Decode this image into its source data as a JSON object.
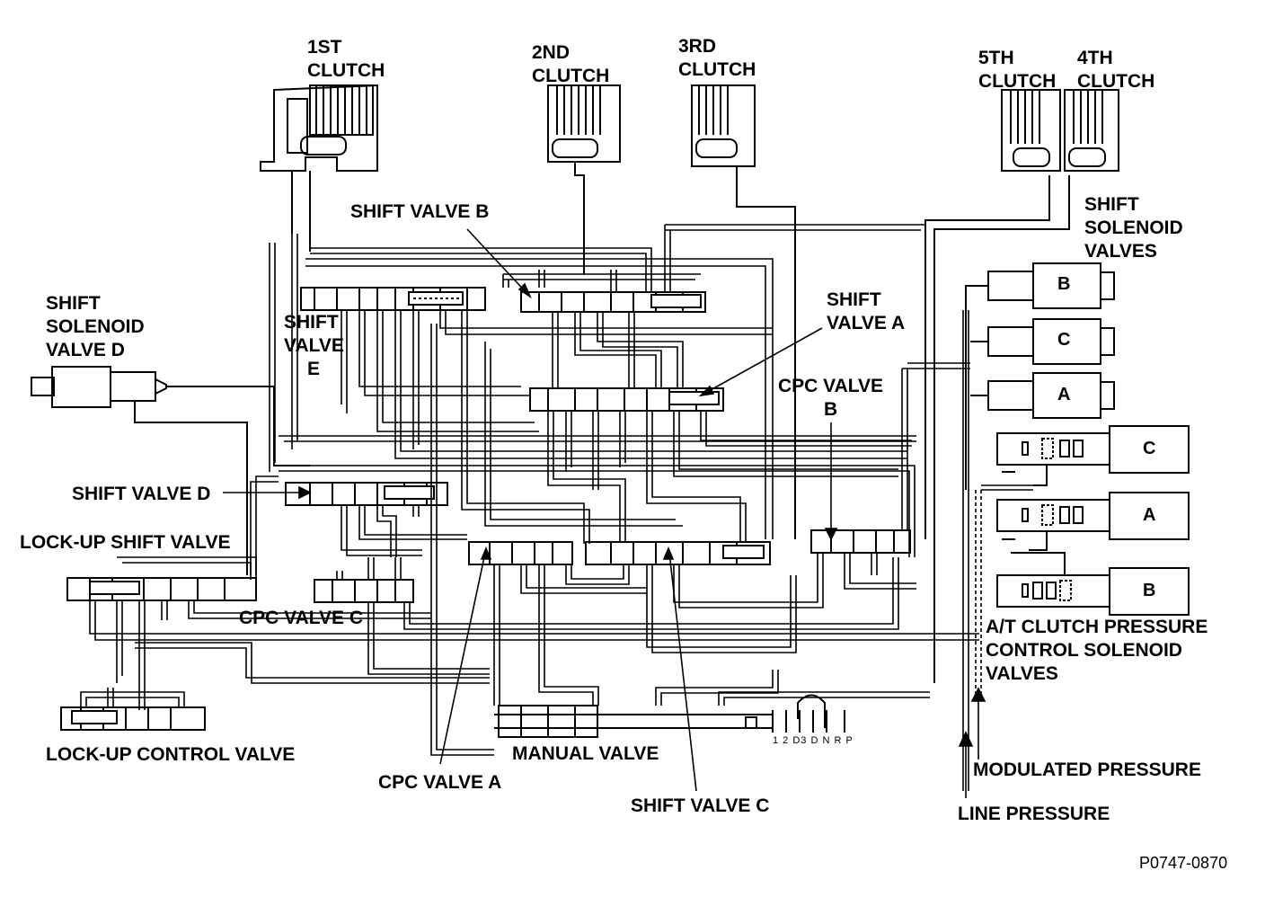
{
  "clutches": {
    "first": [
      "1ST",
      "CLUTCH"
    ],
    "second": [
      "2ND",
      "CLUTCH"
    ],
    "third": [
      "3RD",
      "CLUTCH"
    ],
    "fifth": [
      "5TH",
      "CLUTCH"
    ],
    "fourth": [
      "4TH",
      "CLUTCH"
    ]
  },
  "labels": {
    "shift_valve_b": "SHIFT VALVE B",
    "shift_valve_a": [
      "SHIFT",
      "VALVE A"
    ],
    "shift_valve_e": [
      "SHIFT",
      "VALVE",
      "E"
    ],
    "shift_solenoid_d": [
      "SHIFT",
      "SOLENOID",
      "VALVE D"
    ],
    "shift_solenoids": [
      "SHIFT",
      "SOLENOID",
      "VALVES"
    ],
    "cpc_valve_b": [
      "CPC VALVE",
      "B"
    ],
    "shift_valve_d": "SHIFT VALVE D",
    "lockup_shift_valve": "LOCK-UP SHIFT VALVE",
    "cpc_valve_c": "CPC VALVE C",
    "lockup_control_valve": "LOCK-UP CONTROL VALVE",
    "manual_valve": "MANUAL VALVE",
    "cpc_valve_a": "CPC VALVE A",
    "shift_valve_c": "SHIFT VALVE C",
    "at_clutch_solenoids": [
      "A/T CLUTCH PRESSURE",
      "CONTROL SOLENOID",
      "VALVES"
    ],
    "modulated_pressure": "MODULATED PRESSURE",
    "line_pressure": "LINE PRESSURE",
    "figure_code": "P0747-0870",
    "selector_positions": "1 2 D3 D N R    P"
  },
  "shift_solenoid_letters": [
    "B",
    "C",
    "A"
  ],
  "clutch_pressure_solenoid_letters": [
    "C",
    "A",
    "B"
  ]
}
